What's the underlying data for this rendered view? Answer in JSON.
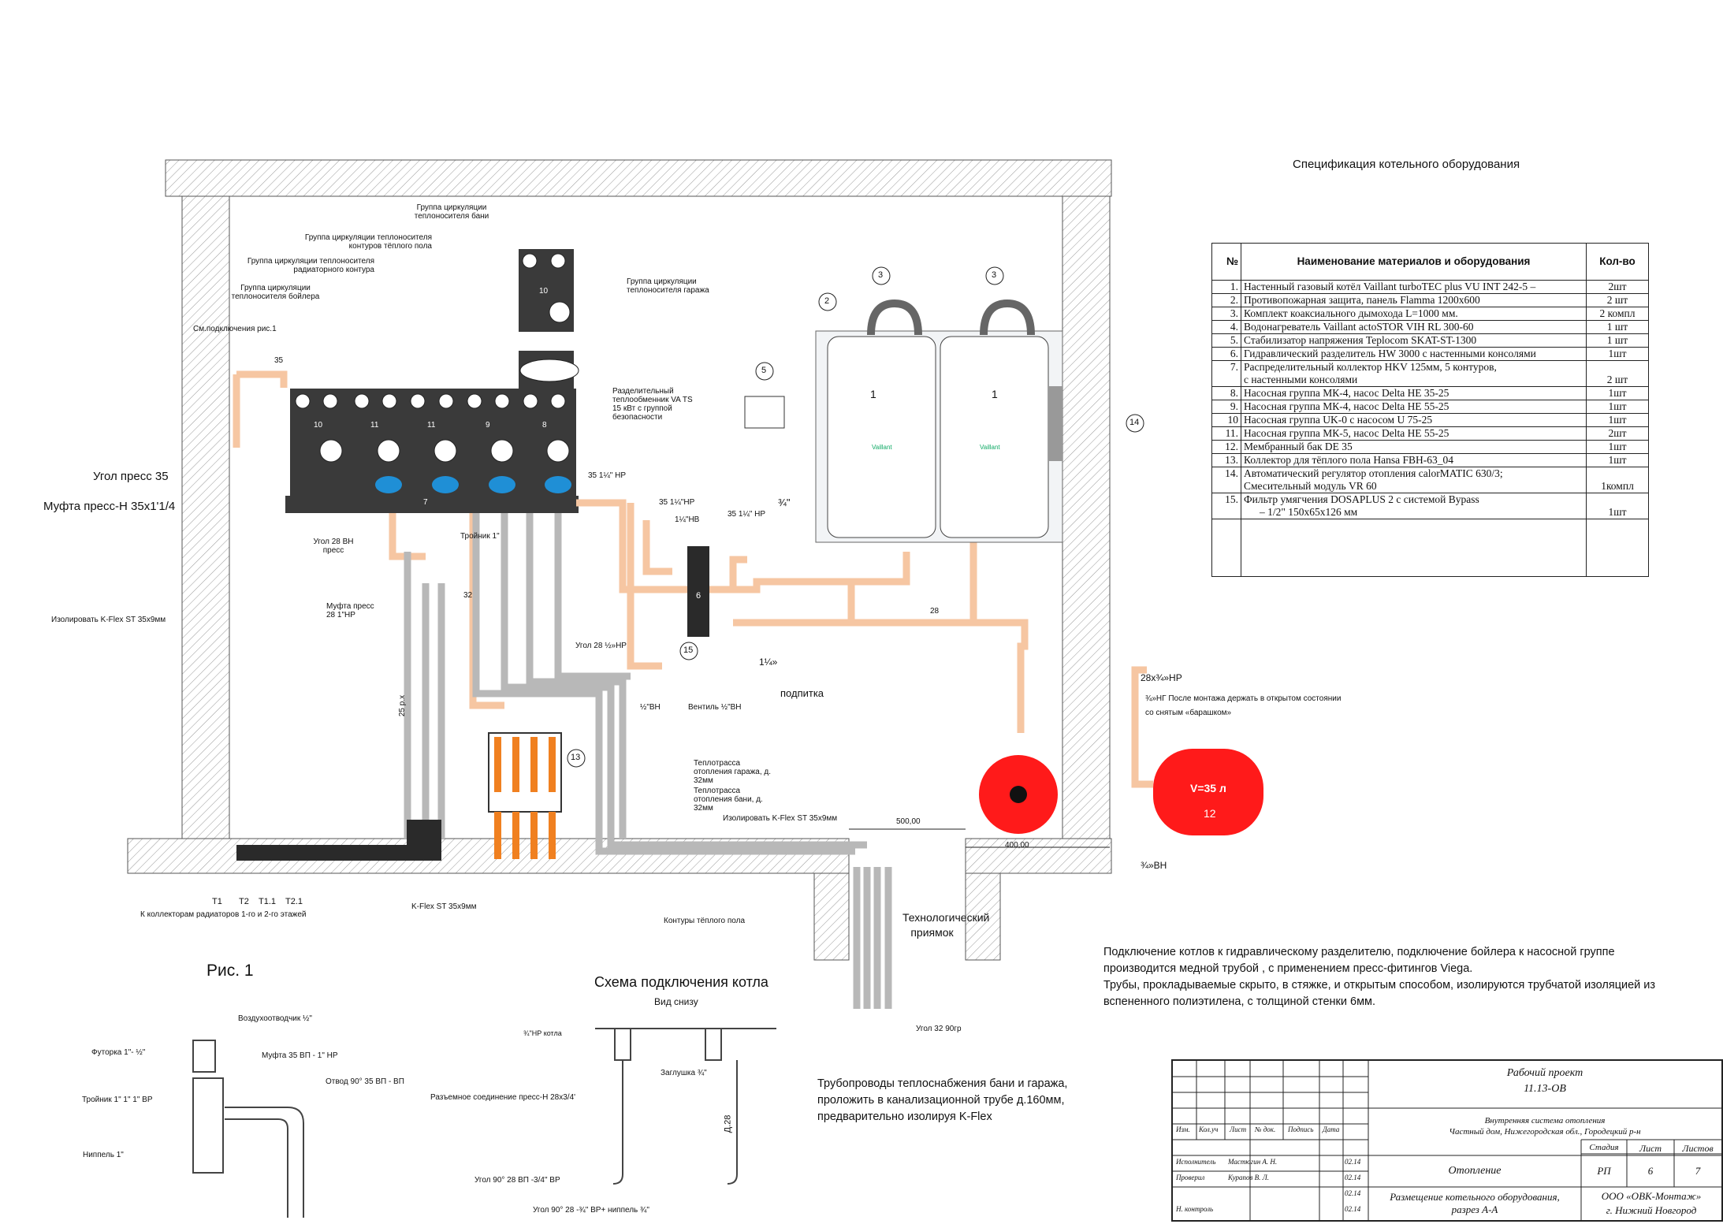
{
  "spec": {
    "title": "Спецификация котельного оборудования",
    "headers": {
      "no": "№",
      "name": "Наименование материалов и оборудования",
      "qty": "Кол-во"
    },
    "rows": [
      {
        "no": "1.",
        "name": "Настенный газовый котёл Vaillant turboTEC plus VU INT 242-5 –",
        "qty": "2шт"
      },
      {
        "no": "2.",
        "name": "Противопожарная защита, панель Flamma 1200х600",
        "qty": "2 шт"
      },
      {
        "no": "3.",
        "name": "Комплект коаксиального дымохода L=1000 мм.",
        "qty": "2 компл"
      },
      {
        "no": "4.",
        "name": "Водонагреватель Vaillant actoSTOR VIH RL 300-60",
        "qty": "1 шт"
      },
      {
        "no": "5.",
        "name": "Стабилизатор напряжения Teplocom SKAT-ST-1300",
        "qty": "1 шт"
      },
      {
        "no": "6.",
        "name": "Гидравлический разделитель HW 3000 с настенными консолями",
        "qty": "1шт"
      },
      {
        "no": "7.",
        "name": "Распределительный коллектор HKV 125мм, 5 контуров,",
        "name2": "с настенными консолями",
        "qty": "2 шт"
      },
      {
        "no": "8.",
        "name": "Насосная группа МК-4, насос Delta HE 35-25",
        "qty": "1шт"
      },
      {
        "no": "9.",
        "name": "Насосная группа МК-4, насос Delta HE 55-25",
        "qty": "1шт"
      },
      {
        "no": "10",
        "name": "Насосная группа UK-0 с насосом U 75-25",
        "qty": "1шт"
      },
      {
        "no": "11.",
        "name": "Насосная группа МК-5, насос Delta HE 55-25",
        "qty": "2шт"
      },
      {
        "no": "12.",
        "name": "Мембранный бак  DE 35",
        "qty": "1шт"
      },
      {
        "no": "13.",
        "name": "Коллектор для тёплого пола Hansa FBH-63_04",
        "qty": "1шт"
      },
      {
        "no": "14.",
        "name": "Автоматический регулятор отопления calorMATIC 630/3;",
        "name2": "Смесительный модуль VR 60",
        "qty": "1компл"
      },
      {
        "no": "15.",
        "name": "Фильтр умягчения DOSAPLUS 2 с системой Bypass",
        "name2": "– 1/2\" 150х65х126 мм",
        "qty": "1шт"
      }
    ]
  },
  "labels": {
    "group_bath": "Группа циркуляции теплоносителя бани",
    "group_floor": "Группа циркуляции теплоносителя контуров тёплого пола",
    "group_radiator": "Группа циркуляции теплоносителя радиаторного контура",
    "group_boiler": "Группа циркуляции теплоносителя бойлера",
    "group_garage": "Группа циркуляции теплоносителя гаража",
    "fig_link": "См.подключения рис.1",
    "exchanger": "Разделительный теплообменник VA TS 15 кВт с группой безопасности",
    "corner_press": "Угол пресс 35",
    "coupling_press": "Муфта пресс-Н 35х1'1/4",
    "angle28": "Угол 28 ВН пресс",
    "tee": "Тройник 1\"",
    "coupling28": "Муфта пресс 28 1\"НР",
    "insulate1": "Изолировать K-Flex ST 35х9мм",
    "pipe_35_14_a": "35 1¼\" НР",
    "pipe_35_14_b": "35 1¼\"НР",
    "pipe_14_hv": "1¼\"НВ",
    "pipe_35_14_c": "35 1¼\" НР",
    "three_quarter": "¾\"",
    "one_quarter": "1¼»",
    "angle28_half": "Угол 28 ½»НР",
    "half_vn": "½\"ВН",
    "valve_half": "Вентиль ½\"ВН",
    "feed": "подпитка",
    "heat_garage": "Теплотрасса отопления гаража, д. 32мм",
    "heat_bath": "Теплотрасса отопления бани, д. 32мм",
    "insulate2": "Изолировать K-Flex ST 35х9мм",
    "kflex": "K-Flex ST 35х9мм",
    "t1": "Т1",
    "t2": "Т2",
    "t11": "Т1.1",
    "t21": "Т2.1",
    "to_collectors": "К коллекторам радиаторов 1-го и 2-го этажей",
    "floor_loops": "Контуры тёплого пола",
    "dim500": "500,00",
    "dim400": "400,00",
    "pit": "Технологический приямок",
    "angle32": "Угол 32 90гр",
    "tank_28": "28х¾»НР",
    "tank_34ng": "¾»НГ После монтажа держать в открытом состоянии со снятым «барашком»",
    "tank_34vn": "¾»ВН",
    "tank_volume": "V=35 л",
    "tank_no": "12",
    "boiler_no": "1",
    "vaillant": "Vaillant",
    "rp25": "25 р.х",
    "n35": "35",
    "n32": "32",
    "n28": "28",
    "n7": "7"
  },
  "callouts": [
    "2",
    "3",
    "3",
    "5",
    "14",
    "15",
    "13",
    "6"
  ],
  "pump_numbers": [
    "10",
    "11",
    "11",
    "9",
    "8",
    "10"
  ],
  "notes": {
    "main": "Подключение котлов к гидравлическому разделителю, подключение бойлера к насосной группе производится медной трубой , с применением пресс-фитингов Viega.\nТрубы, прокладываемые скрыто, в стяжке, и открытым способом, изолируются трубчатой изоляцией из вспененного  полиэтилена, с толщиной стенки 6мм.",
    "pipes": "Трубопроводы теплоснабжения бани и гаража, проложить в канализационной трубе д.160мм, предварительно изолируя K-Flex"
  },
  "fig1": {
    "title": "Рис. 1",
    "air_vent": "Воздухоотводчик ½\"",
    "futorka": "Футорка 1\"- ½\"",
    "coupling": "Муфта 35 ВП - 1\" НР",
    "tee": "Тройник 1\" 1\" 1\" ВР",
    "elbow": "Отвод 90° 35 ВП - ВП",
    "nipple": "Ниппель 1\""
  },
  "scheme": {
    "title": "Схема подключения котла",
    "subtitle": "Вид снизу",
    "hp": "¾\"НР котла",
    "plug": "Заглушка ¾\"",
    "union": "Разъемное соединение пресс-Н 28х3/4'",
    "d28": "Д.28",
    "angle1": "Угол 90° 28 ВП -3/4\" ВР",
    "angle2": "Угол 90° 28 -¾\" ВР+ ниппель ¾\""
  },
  "titleblock": {
    "project": "Рабочий проект",
    "code": "11.13-ОВ",
    "system": "Внутренняя система отопления",
    "object": "Частный дом, Нижегородская обл., Городецкий р-н",
    "section": "Отопление",
    "sheet_name": "Размещение котельного оборудования, разрез А-А",
    "company": "ООО «ОВК-Монтаж»",
    "city": "г. Нижний Новгород",
    "h_change": "Изм.",
    "h_count": "Кол.уч",
    "h_sheet": "Лист",
    "h_doc": "№ док.",
    "h_sign": "Подпись",
    "h_date": "Дата",
    "r1_role": "Исполнитель",
    "r1_name": "Мастюгин А. Н.",
    "r1_date": "02.14",
    "r2_role": "Проверил",
    "r2_name": "Курапов В. Л.",
    "r2_date": "02.14",
    "r3_date": "02.14",
    "r4_role": "Н. контроль",
    "r4_date": "02.14",
    "h_stage": "Стадия",
    "h_list": "Лист",
    "h_lists": "Листов",
    "stage": "РП",
    "list": "6",
    "lists": "7"
  },
  "colors": {
    "copper": "#f6c6a2",
    "grey_pipe": "#b8b8b8",
    "tank": "#ff1a1a",
    "equipment": "#3a3a3a",
    "pump": "#1f8fd6"
  }
}
